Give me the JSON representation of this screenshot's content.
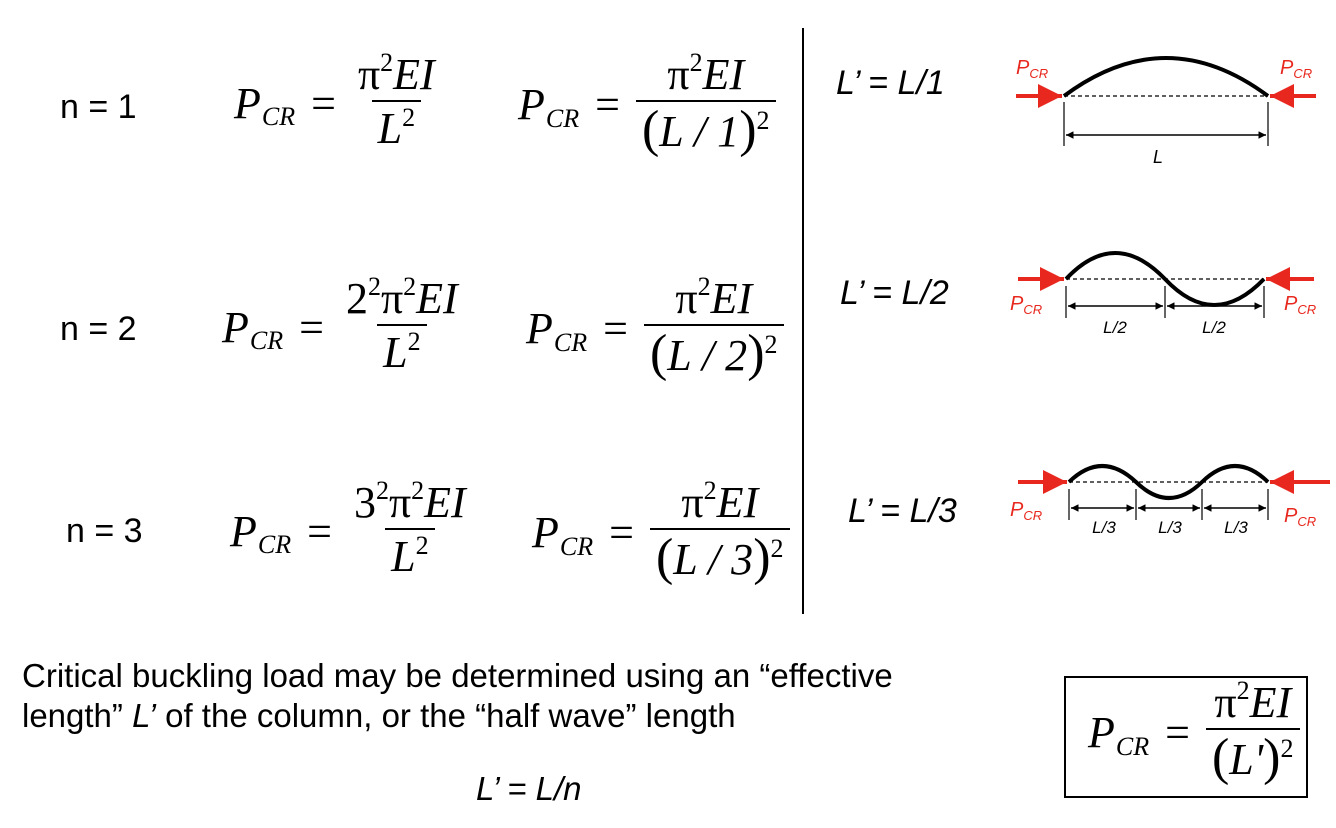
{
  "rows": [
    {
      "n_label": "n = 1",
      "eq_general": {
        "coef": "",
        "numerator_tail": "EI",
        "denominator": "L"
      },
      "eq_effective": {
        "numerator_tail": "EI",
        "den_inner": "L / 1"
      },
      "effective_length": "L’ = L/1",
      "segments": [
        "L"
      ]
    },
    {
      "n_label": "n = 2",
      "eq_general": {
        "coef": "2",
        "numerator_tail": "EI",
        "denominator": "L"
      },
      "eq_effective": {
        "numerator_tail": "EI",
        "den_inner": "L / 2"
      },
      "effective_length": "L’ = L/2",
      "segments": [
        "L/2",
        "L/2"
      ]
    },
    {
      "n_label": "n = 3",
      "eq_general": {
        "coef": "3",
        "numerator_tail": "EI",
        "denominator": "L"
      },
      "eq_effective": {
        "numerator_tail": "EI",
        "den_inner": "L / 3"
      },
      "effective_length": "L’ = L/3",
      "segments": [
        "L/3",
        "L/3",
        "L/3"
      ]
    }
  ],
  "symbols": {
    "P": "P",
    "CR": "CR",
    "pi": "π",
    "sq": "2",
    "equals": "="
  },
  "load_label": "P",
  "load_label_sub": "CR",
  "description_line1": "Critical buckling load may be determined using an “effective",
  "description_line2_a": "length” ",
  "description_line2_b": "L’",
  "description_line2_c": " of the column, or the “half wave” length",
  "relation": "L’ = L/n",
  "boxed_formula": {
    "numerator_tail": "EI",
    "den_inner": "L'"
  },
  "colors": {
    "load": "#e8281e",
    "line": "#000000"
  }
}
